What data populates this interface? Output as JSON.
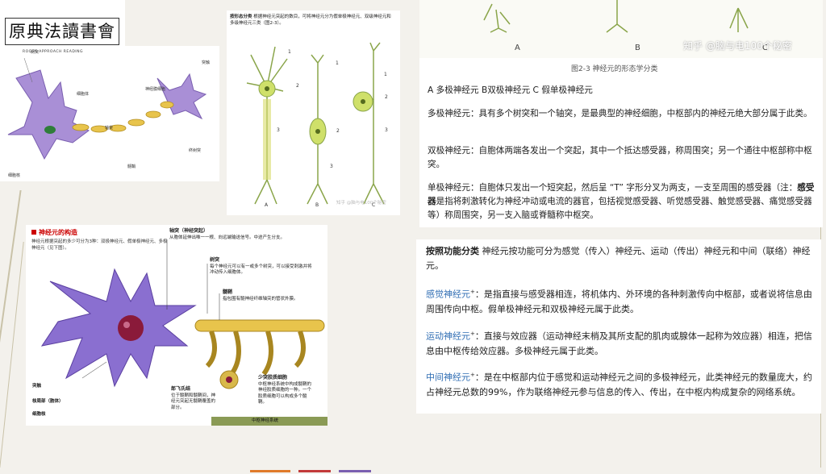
{
  "neuron_diagram": {
    "labels": {
      "dendrite_top": "树突",
      "cell_body": "细胞体",
      "axon": "轴突",
      "myelin_sheath": "髓鞘",
      "neuron_sheath_cell": "神经膜细胞",
      "synapse_end": "突触",
      "cell_nucleus": "细胞核",
      "axon_terminal": "终树突"
    }
  },
  "neuron_types_panel": {
    "heading_bold": "按形态分类",
    "heading_text": "根据神经元突起的数目，可将神经元分为假单极神经元、双级神经元和多级神经元三类（图2-3）。",
    "marks": [
      "1",
      "2",
      "3"
    ],
    "letters": [
      "A",
      "B",
      "C"
    ],
    "watermark": "知乎 @脑与电100个秘密"
  },
  "morphology_panel": {
    "letters": [
      "A",
      "B",
      "C"
    ],
    "watermark": "知乎 @脑与电100个秘密",
    "caption": "图2-3 神经元的形态学分类",
    "line1": "A 多极神经元 B双极神经元 C 假单极神经元",
    "multipolar": "多极神经元：具有多个树突和一个轴突，是最典型的神经细胞，中枢部内的神经元绝大部分属于此类。",
    "bipolar": "双极神经元：自胞体两端各发出一个突起，其中一个抵达感受器，称周围突；另一个通往中枢部称中枢突。",
    "unipolar_a": "单极神经元：自胞体只发出一个短突起，然后呈 “T” 字形分叉为两支，一支至周围的感受器（注：",
    "unipolar_bold": "感受器",
    "unipolar_b": "是指将刺激转化为神经冲动或电流的器官，包括视觉感受器、听觉感受器、触觉感受器、痛觉感受器等）称周围突，另一支入脑或脊髓称中枢突。"
  },
  "function_panel": {
    "heading_bold": "按照功能分类",
    "heading_text": " 神经元按功能可分为感觉（传入）神经元、运动（传出）神经元和中间（联络）神经元。",
    "sensory_label": "感觉神经元",
    "sensory_text": "：是指直接与感受器相连，将机体内、外环境的各种刺激传向中枢部，或者说将信息由周围传向中枢。假单极神经元和双极神经元属于此类。",
    "motor_label": "运动神经元",
    "motor_text": "：直接与效应器（运动神经末梢及其所支配的肌肉或腺体一起称为效应器）相连，把信息由中枢传给效应器。多极神经元属于此类。",
    "inter_label": "中间神经元",
    "inter_text": "：是在中枢部内位于感觉和运动神经元之间的多极神经元，此类神经元的数量庞大，约占神经元总数的99%，作为联络神经元参与信息的传入、传出，在中枢内构成复杂的网络系统。",
    "superscript": "+"
  },
  "structure_panel": {
    "title": "神经元的构造",
    "desc": "神经元根据突起的多少可分为3种：双极神经元、假单极神经元、多极神经元（见下图）。",
    "axon_title": "轴突（神经突起）",
    "axon_text": "从胞体延伸出唯一一根、向远端输送信号。中途产生分支。",
    "dendrite_title": "树突",
    "dendrite_text": "每个神经元可以有一或多个树突，可以接受刺激并将冲动传入细胞体。",
    "myelin_title": "髓鞘",
    "myelin_text": "指包围有髓神经纤维轴突的管状外膜。",
    "synapse": "突触",
    "soma": "核周部（胞体）",
    "nucleus": "细胞核",
    "ranvier_title": "郎飞氏结",
    "ranvier_text": "位于髓鞘和髓鞘间，神经元突起无髓鞘覆盖的部分。",
    "oligo_title": "少突胶质细胞",
    "oligo_text": "中枢神经系统中构成髓鞘的神经胶质细胞的一种。一个胶质细胞可以构成多个髓鞘。",
    "bottom_bar": "中枢神经系统"
  },
  "seal": {
    "text": "原典法讀書會",
    "subtitle": "ROOTS APPROACH READING"
  },
  "colors": {
    "accent_blue": "#2f6db3",
    "red_title": "#cc0000",
    "neuron_purple": "#9b7fc6",
    "myelin_yellow": "#e8c44c"
  }
}
